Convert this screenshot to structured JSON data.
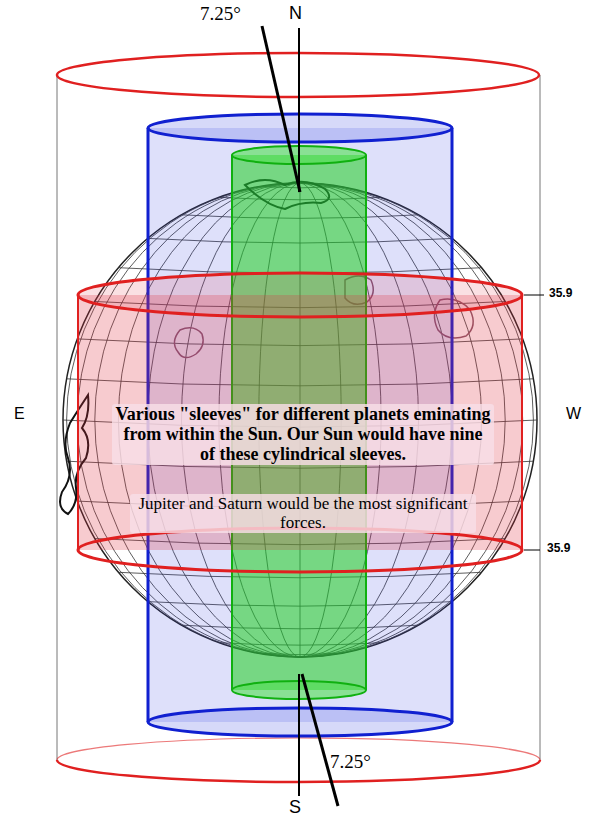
{
  "diagram": {
    "labels": [
      "7.25°",
      "N",
      "35.9",
      "E",
      "W",
      "Various \"sleeves\" for different planets eminating from within the Sun. Our Sun would have nine of these cylindrical sleeves.",
      "Jupiter and Saturn would be the most significant forces.",
      "35.9",
      "7.25°",
      "S"
    ]
  }
}
